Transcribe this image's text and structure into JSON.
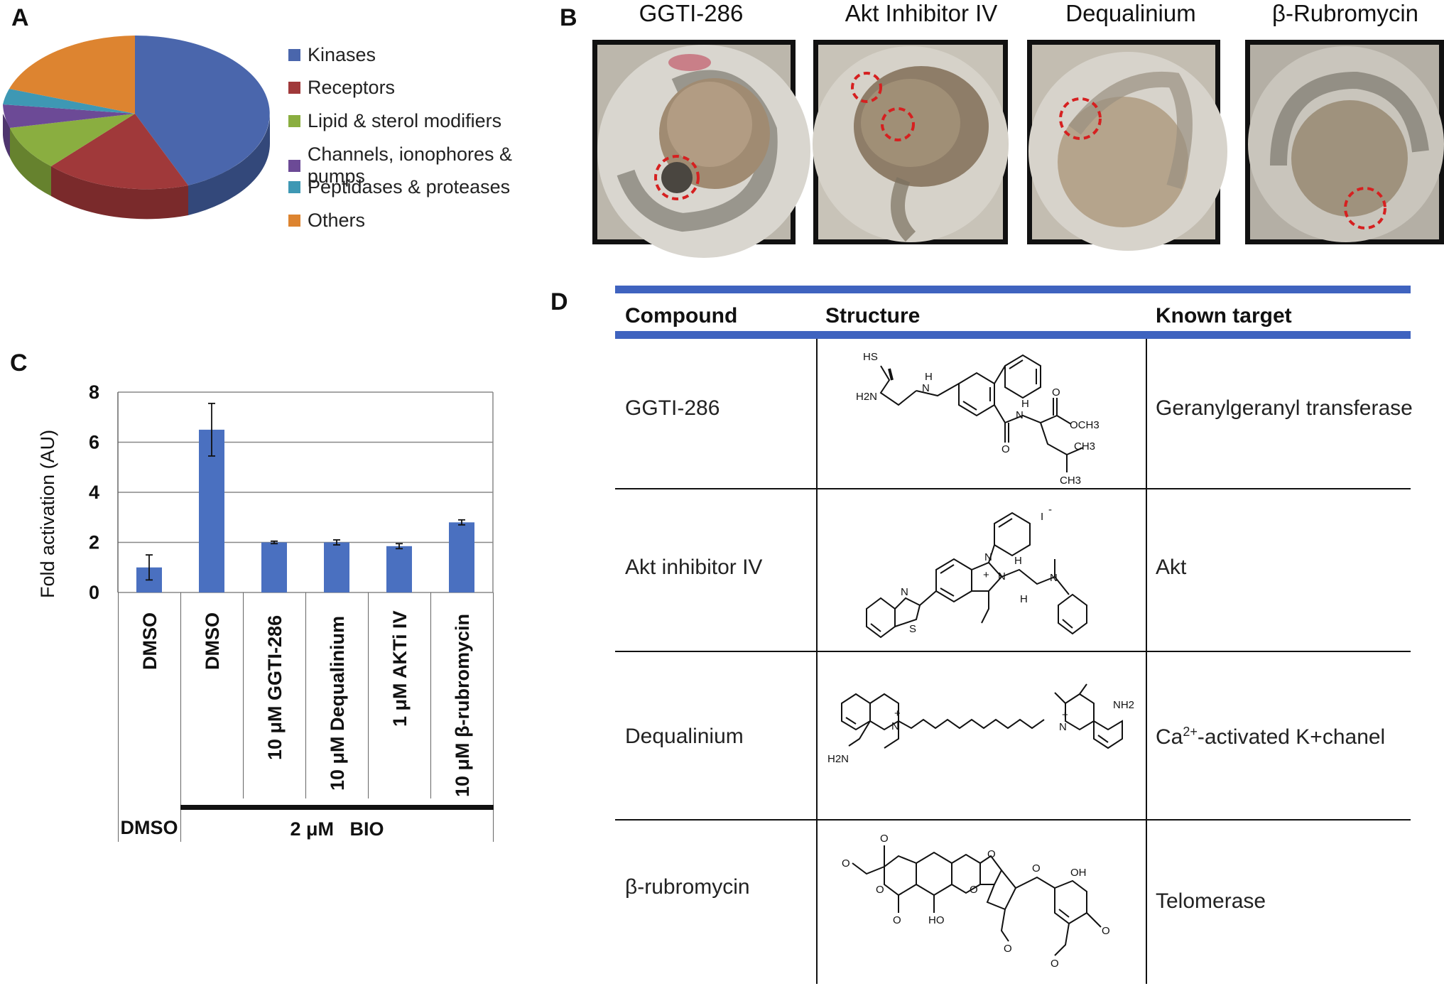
{
  "panels": {
    "a": "A",
    "b": "B",
    "c": "C",
    "d": "D"
  },
  "pie": {
    "legend": [
      {
        "label": "Kinases",
        "color": "#4a66ac"
      },
      {
        "label": "Receptors",
        "color": "#a0393a"
      },
      {
        "label": "Lipid & sterol modifiers",
        "color": "#8aae40"
      },
      {
        "label": "Channels, ionophores & pumps",
        "color": "#6c4a96"
      },
      {
        "label": "Peptidases & proteases",
        "color": "#3e98b4"
      },
      {
        "label": "Others",
        "color": "#dd8430"
      }
    ]
  },
  "embryos": [
    {
      "title": "GGTI-286"
    },
    {
      "title": "Akt Inhibitor IV"
    },
    {
      "title": "Dequalinium"
    },
    {
      "title": "β-Rubromycin"
    }
  ],
  "chart_data": {
    "type": "bar",
    "ylabel": "Fold activation (AU)",
    "ylim": [
      0,
      8
    ],
    "yticks": [
      "0",
      "2",
      "4",
      "6",
      "8"
    ],
    "grid": true,
    "bar_color": "#4a70c0",
    "categories": [
      "DMSO",
      "DMSO",
      "10 μM GGTI-286",
      "10 μM Dequalinium",
      "1 μM AKTi IV",
      "10 μM β-rubromycin"
    ],
    "values": [
      1.0,
      6.5,
      2.0,
      2.0,
      1.85,
      2.8
    ],
    "errors": [
      0.5,
      1.05,
      0.05,
      0.1,
      0.1,
      0.1
    ],
    "groups": [
      {
        "label": "DMSO"
      },
      {
        "label": "2 μM   BIO"
      }
    ]
  },
  "table": {
    "headers": [
      "Compound",
      "Structure",
      "Known target"
    ],
    "rows": [
      {
        "compound": "GGTI-286",
        "target": "Geranylgeranyl transferase",
        "struct_labels": [
          "HS",
          "H2N",
          "H",
          "N",
          "H",
          "N",
          "O",
          "OCH3",
          "O",
          "CH3",
          "CH3"
        ]
      },
      {
        "compound": "Akt inhibitor IV",
        "target": "Akt",
        "struct_labels": [
          "I",
          "-",
          "N",
          "N",
          "+",
          "H",
          "N",
          "H",
          "N",
          "S"
        ]
      },
      {
        "compound": "Dequalinium",
        "target_main": "Ca",
        "target_sup": "2+",
        "target_rest": "-activated K+chanel",
        "struct_labels": [
          "N",
          "+",
          "N",
          "+",
          "H2N",
          "NH2"
        ]
      },
      {
        "compound": "β-rubromycin",
        "target": "Telomerase",
        "struct_labels": [
          "O",
          "O",
          "O",
          "O",
          "O",
          "HO",
          "O",
          "O",
          "O",
          "OH",
          "O",
          "O"
        ]
      }
    ]
  }
}
